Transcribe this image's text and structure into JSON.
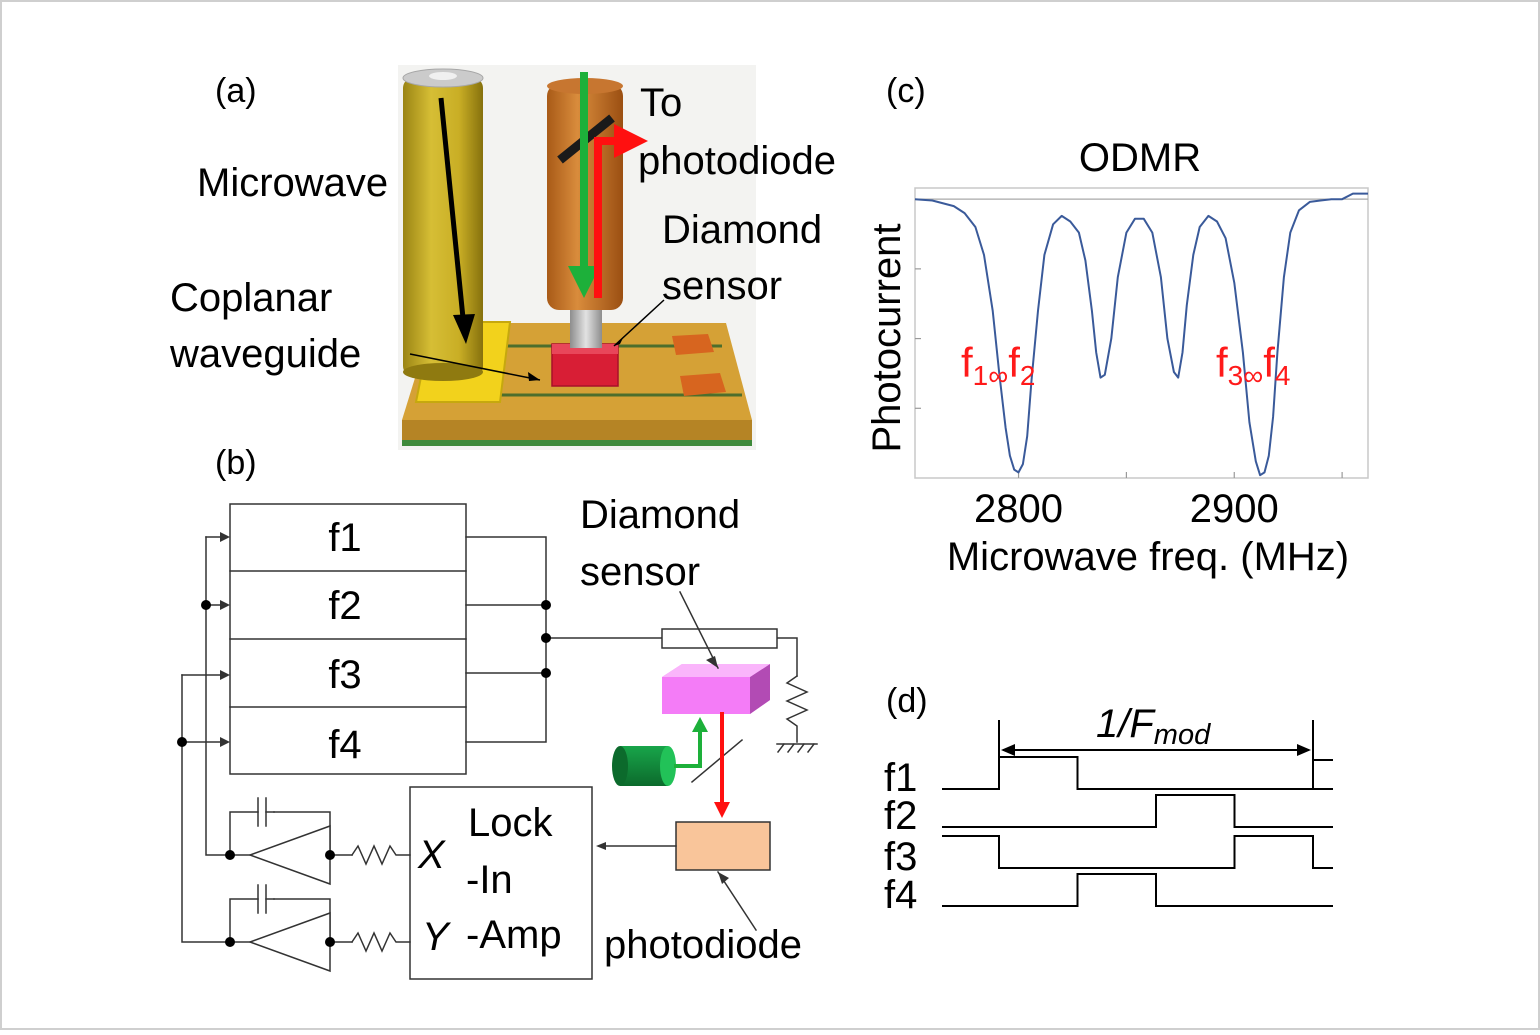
{
  "panels": {
    "a": {
      "tag": "(a)",
      "microwave_label": "Microwave",
      "to_label": "To",
      "photodiode_label": "photodiode",
      "diamond_label_1": "Diamond",
      "diamond_label_2": "sensor",
      "coplanar_label_1": "Coplanar",
      "coplanar_label_2": "waveguide"
    },
    "b": {
      "tag": "(b)",
      "sources": [
        "f1",
        "f2",
        "f3",
        "f4"
      ],
      "diamond_label_1": "Diamond",
      "diamond_label_2": "sensor",
      "lockin_1": "Lock",
      "lockin_2": "-In",
      "lockin_3": "-Amp",
      "x_label": "X",
      "y_label": "Y",
      "photodiode_label": "photodiode"
    },
    "c": {
      "tag": "(c)",
      "ylabel": "Photocurrent",
      "xlabel": "Microwave freq. (MHz)",
      "xticks": [
        "2800",
        "2900"
      ],
      "dip_labels": [
        {
          "a": "f",
          "sa": "1",
          "b": "f",
          "sb": "2"
        },
        {
          "a": "f",
          "sa": "3",
          "b": "f",
          "sb": "4"
        }
      ],
      "sep": "∞"
    },
    "d": {
      "tag": "(d)",
      "period_main": "1/F",
      "period_sub": "mod",
      "rows": [
        {
          "label": "f1",
          "high": [
            [
              0,
              1
            ]
          ]
        },
        {
          "label": "f2",
          "high": [
            [
              2,
              3
            ]
          ]
        },
        {
          "label": "f3",
          "high": [
            [
              -1,
              0
            ],
            [
              3,
              4
            ]
          ]
        },
        {
          "label": "f4",
          "high": [
            [
              1,
              2
            ]
          ]
        }
      ]
    }
  },
  "chart_data": {
    "type": "line",
    "title": "ODMR",
    "xlabel": "Microwave freq. (MHz)",
    "ylabel": "Photocurrent",
    "xlim": [
      2752,
      2962
    ],
    "ylim": [
      0,
      1.04
    ],
    "baseline": 1.0,
    "x": [
      2752,
      2760,
      2770,
      2775,
      2780,
      2784,
      2788,
      2791,
      2794,
      2796,
      2798,
      2800,
      2802,
      2804,
      2806,
      2809,
      2812,
      2816,
      2820,
      2824,
      2828,
      2831,
      2834,
      2836,
      2838,
      2840,
      2843,
      2846,
      2850,
      2854,
      2858,
      2862,
      2866,
      2869,
      2872,
      2874,
      2876,
      2878,
      2881,
      2884,
      2888,
      2892,
      2896,
      2900,
      2904,
      2907,
      2910,
      2912,
      2914,
      2916,
      2918,
      2920,
      2923,
      2926,
      2930,
      2935,
      2940,
      2945,
      2950,
      2955,
      2962
    ],
    "values": [
      1.0,
      0.995,
      0.975,
      0.95,
      0.9,
      0.8,
      0.6,
      0.38,
      0.18,
      0.08,
      0.03,
      0.02,
      0.05,
      0.15,
      0.35,
      0.6,
      0.8,
      0.91,
      0.94,
      0.92,
      0.88,
      0.78,
      0.6,
      0.45,
      0.36,
      0.37,
      0.5,
      0.72,
      0.88,
      0.93,
      0.93,
      0.88,
      0.72,
      0.5,
      0.38,
      0.36,
      0.45,
      0.62,
      0.8,
      0.9,
      0.94,
      0.92,
      0.86,
      0.7,
      0.45,
      0.2,
      0.06,
      0.01,
      0.02,
      0.08,
      0.22,
      0.45,
      0.72,
      0.88,
      0.96,
      0.99,
      0.995,
      1.0,
      1.0,
      1.02,
      1.02
    ]
  }
}
